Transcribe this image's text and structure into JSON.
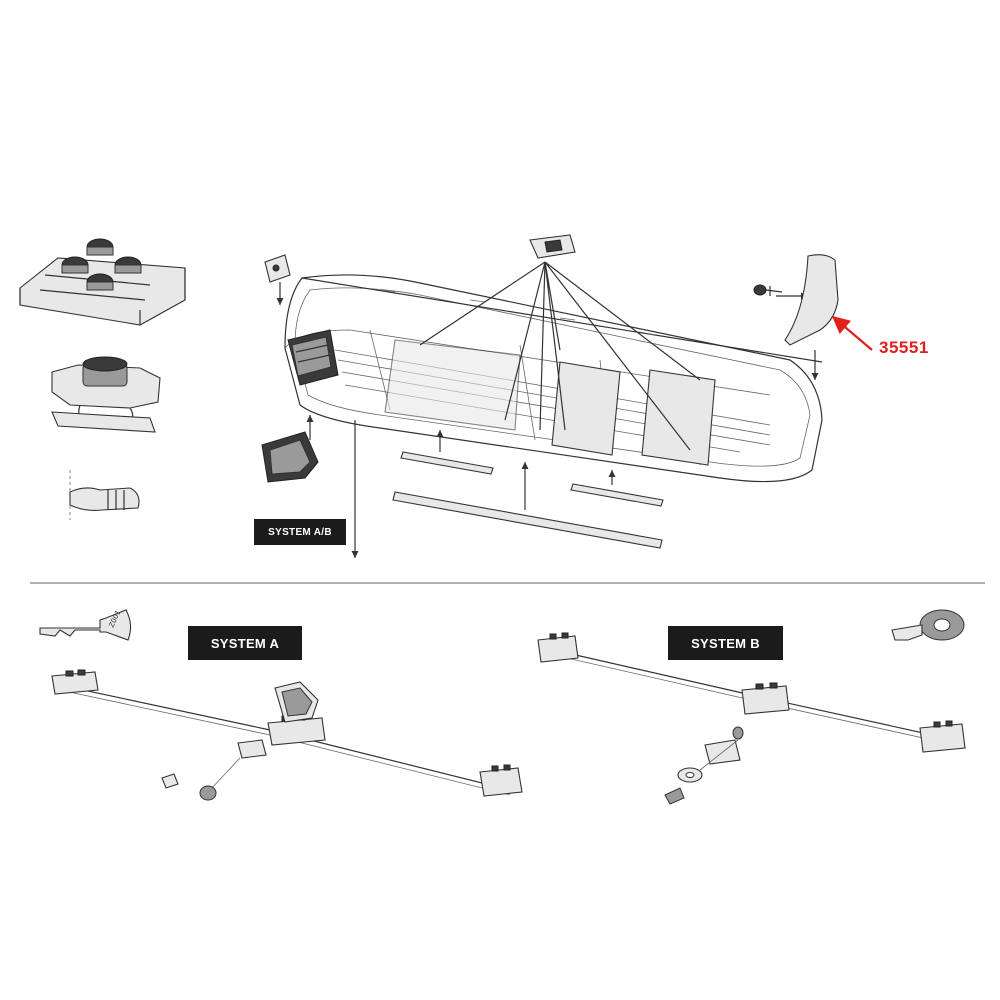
{
  "labels": {
    "system_ab": "SYSTEM A/B",
    "system_a": "SYSTEM A",
    "system_b": "SYSTEM B"
  },
  "callout": {
    "part_number": "35551",
    "color": "#e0201b"
  },
  "key_a_text": "Z001"
}
